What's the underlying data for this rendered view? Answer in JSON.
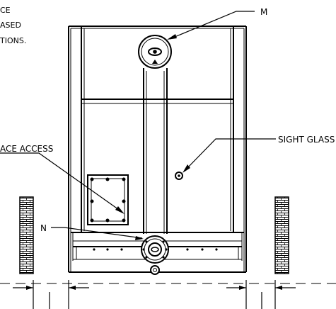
{
  "note_lines": [
    "CE",
    "ASED",
    "TIONS."
  ],
  "callouts": {
    "m": "M",
    "sight_glass": "SIGHT GLASS",
    "access": "ACE ACCESS",
    "n": "N"
  }
}
